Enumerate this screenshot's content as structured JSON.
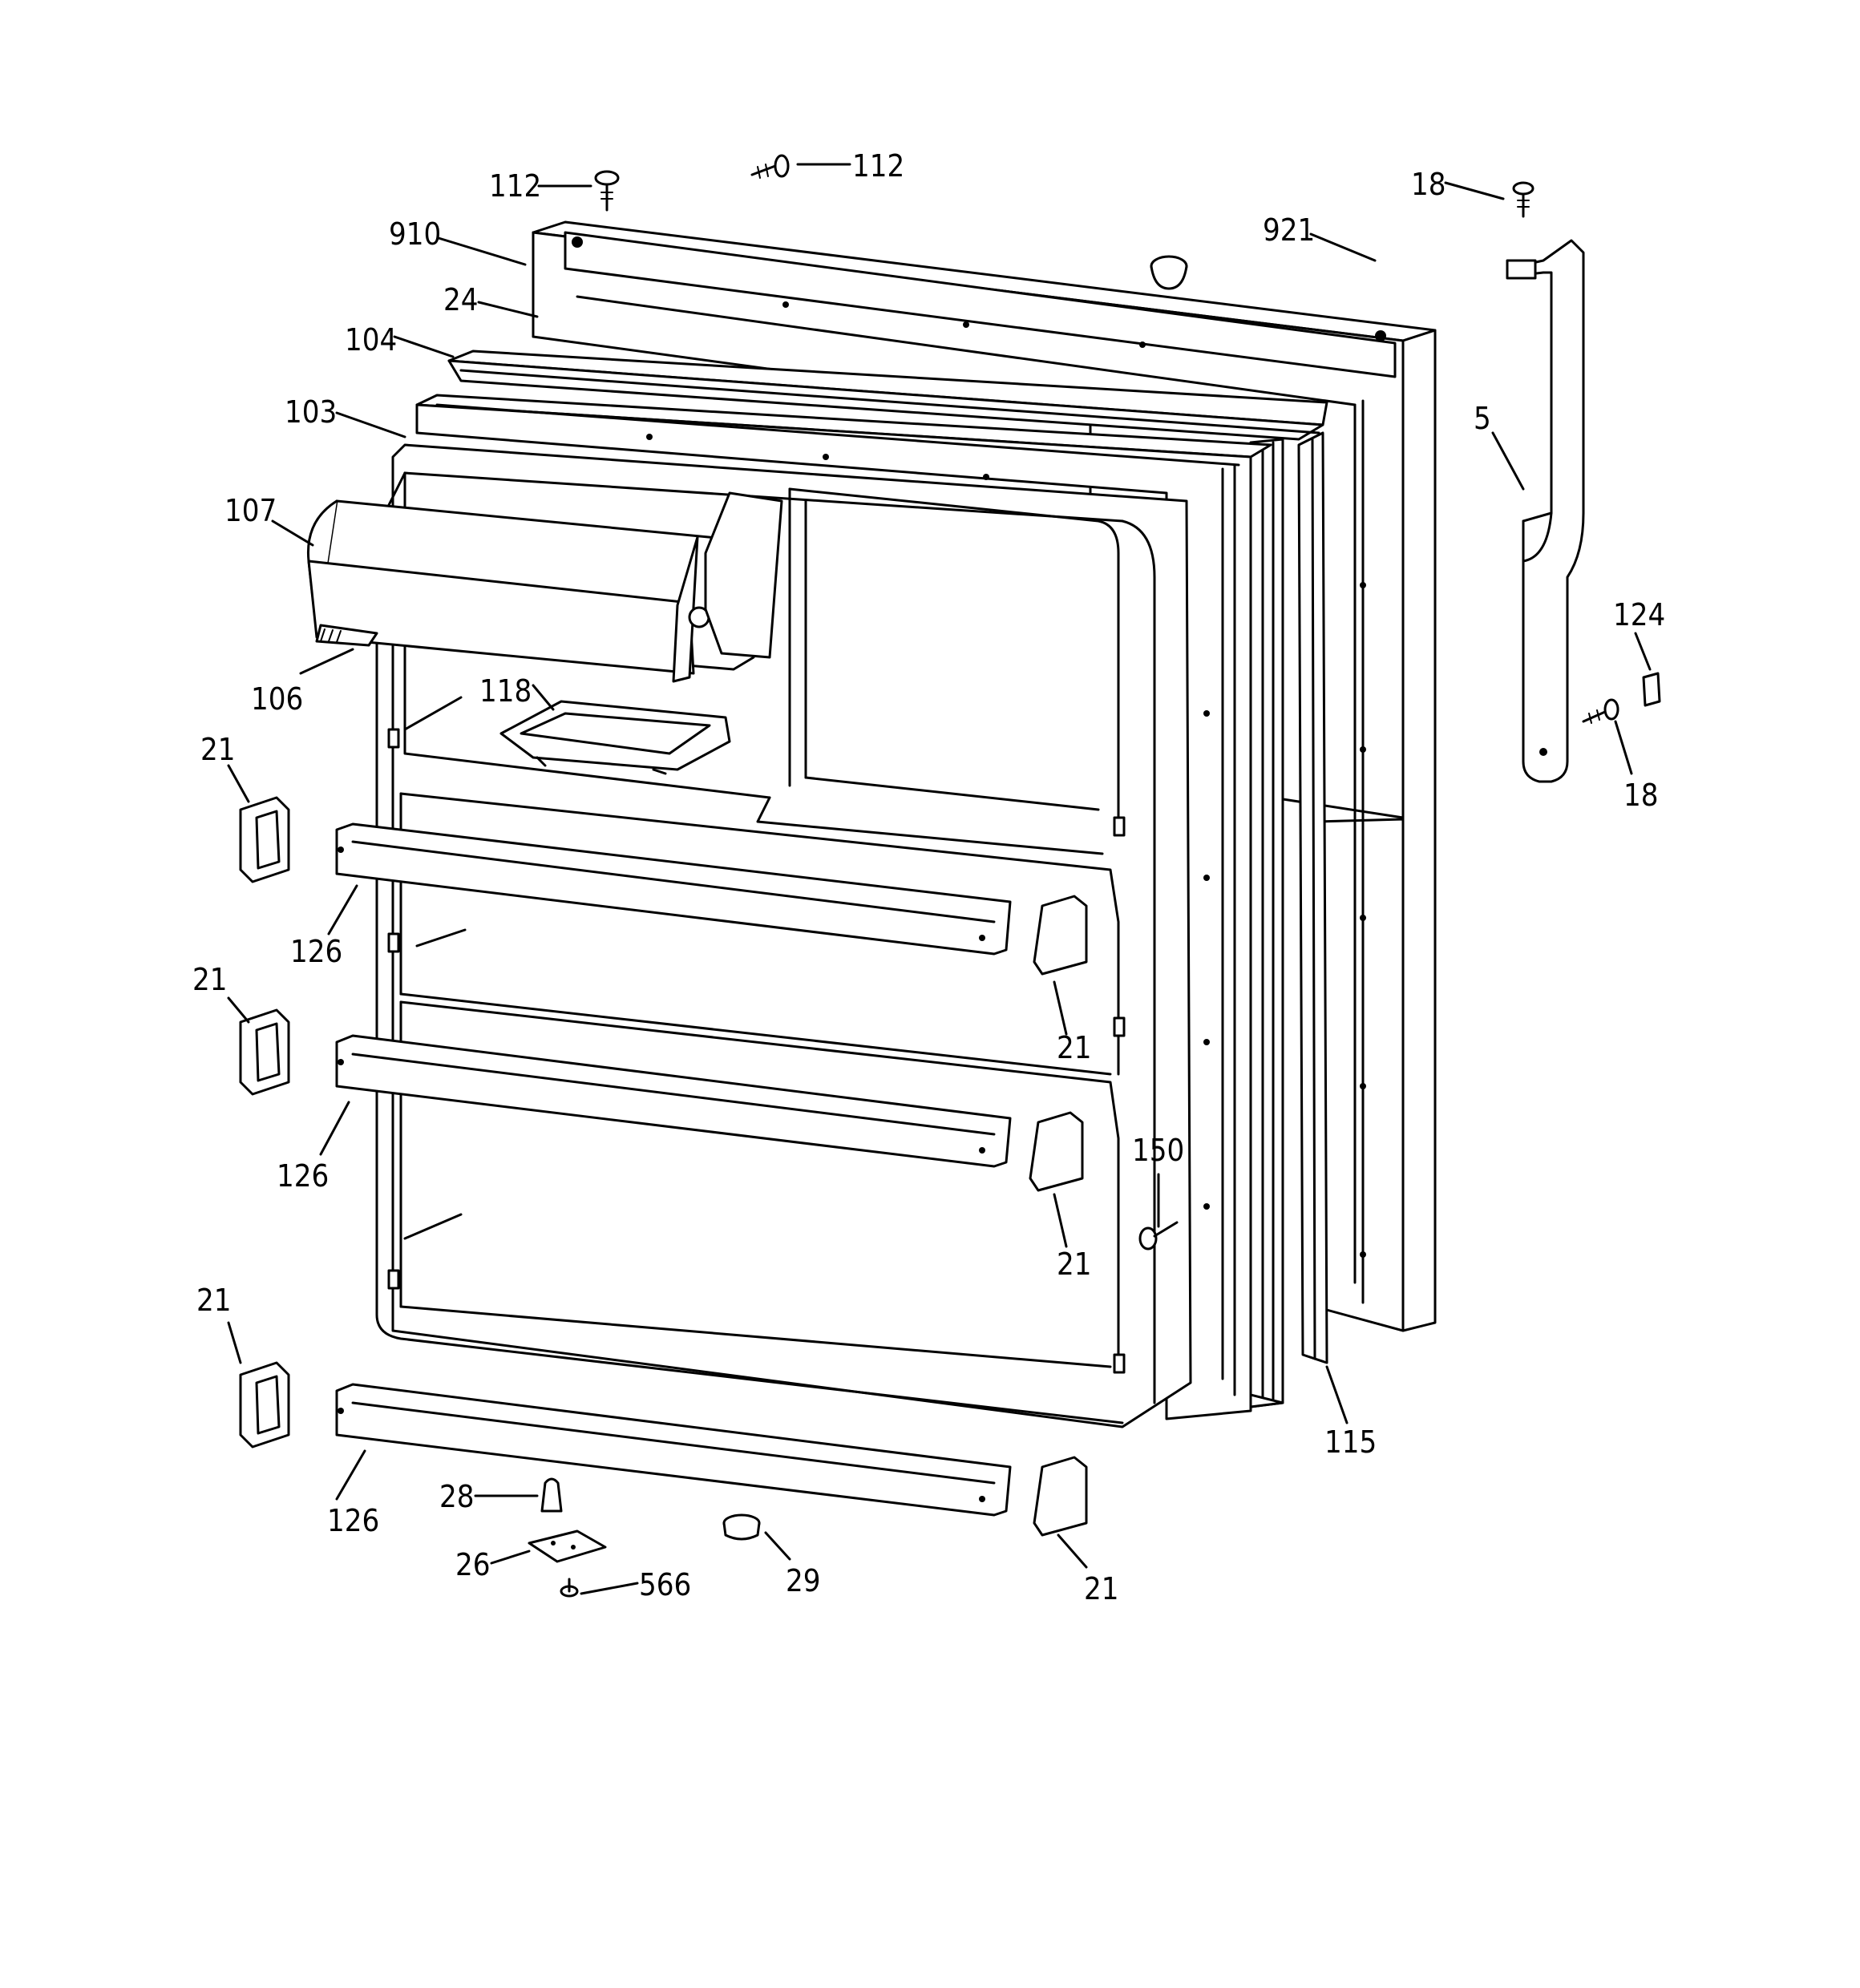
{
  "callouts": {
    "c112a": "112",
    "c112b": "112",
    "c910": "910",
    "c24": "24",
    "c104": "104",
    "c103": "103",
    "c107": "107",
    "c106": "106",
    "c118": "118",
    "c921": "921",
    "c18a": "18",
    "c18b": "18",
    "c5": "5",
    "c124": "124",
    "c21a": "21",
    "c21b": "21",
    "c21c": "21",
    "c21d": "21",
    "c21e": "21",
    "c21f": "21",
    "c126a": "126",
    "c126b": "126",
    "c126c": "126",
    "c150": "150",
    "c115": "115",
    "c28": "28",
    "c26": "26",
    "c566": "566",
    "c29": "29"
  }
}
